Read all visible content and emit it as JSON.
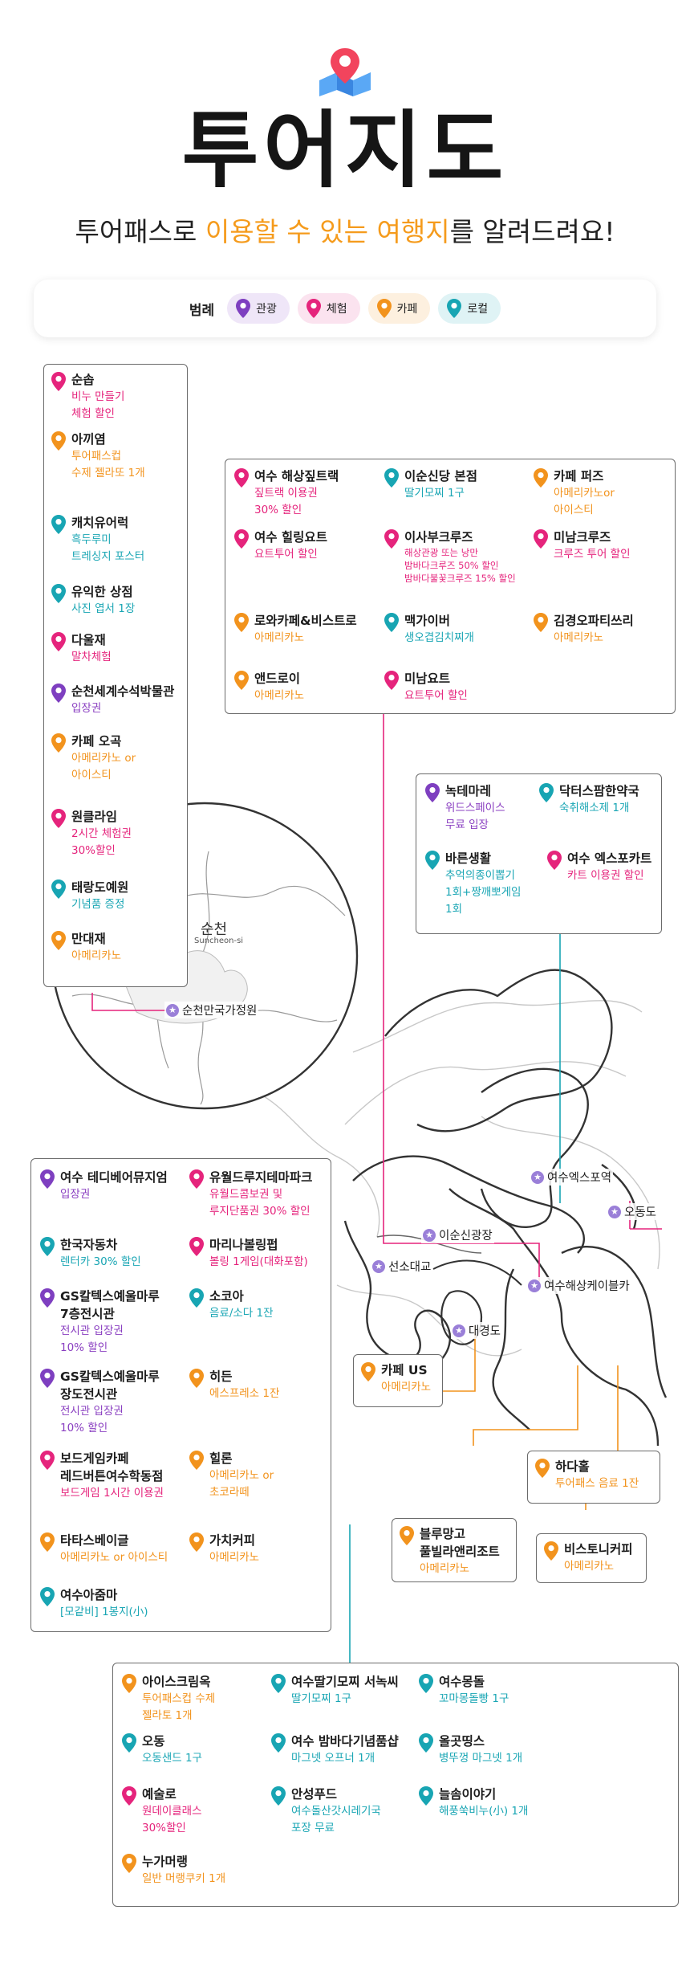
{
  "header": {
    "title": "투어지도",
    "subtitle_pre": "투어패스로 ",
    "subtitle_hl": "이용할 수 있는 여행지",
    "subtitle_post": "를 알려드려요!"
  },
  "legend": {
    "title": "범례",
    "items": [
      {
        "label": "관광",
        "type": "tour"
      },
      {
        "label": "체험",
        "type": "exp"
      },
      {
        "label": "카페",
        "type": "cafe"
      },
      {
        "label": "로컬",
        "type": "local"
      }
    ]
  },
  "colors": {
    "tour": "#7e3fc0",
    "exp": "#e5247c",
    "cafe": "#f2931d",
    "local": "#18a5b3"
  },
  "map": {
    "suncheon_city": "순천",
    "suncheon_city_en": "Suncheon-si",
    "places": [
      "순천만국가정원",
      "여수엑스포역",
      "오동도",
      "이순신광장",
      "선소대교",
      "여수해상케이블카",
      "대경도"
    ]
  },
  "suncheon_box": [
    {
      "name": "순솝",
      "desc": "비누 만들기\n체험 할인",
      "type": "exp"
    },
    {
      "name": "아끼염",
      "desc": "투어패스컵\n수제 젤라또 1개",
      "type": "cafe"
    },
    {
      "name": "캐치유어럭",
      "desc": "흑두루미\n트레싱지 포스터",
      "type": "local"
    },
    {
      "name": "유익한 상점",
      "desc": "사진 엽서 1장",
      "type": "local"
    },
    {
      "name": "다울재",
      "desc": "말차체험",
      "type": "exp"
    },
    {
      "name": "순천세계수석박물관",
      "desc": "입장권",
      "type": "tour"
    },
    {
      "name": "카페 오곡",
      "desc": "아메리카노 or\n아이스티",
      "type": "cafe"
    },
    {
      "name": "원클라임",
      "desc": "2시간 체험권\n30%할인",
      "type": "exp"
    },
    {
      "name": "태랑도예원",
      "desc": "기념품 증정",
      "type": "local"
    },
    {
      "name": "만대재",
      "desc": "아메리카노",
      "type": "cafe"
    }
  ],
  "top_box": [
    {
      "name": "여수 해상짚트랙",
      "desc": "짚트랙 이용권\n30% 할인",
      "type": "exp"
    },
    {
      "name": "이순신당 본점",
      "desc": "딸기모찌 1구",
      "type": "local"
    },
    {
      "name": "카페 퍼즈",
      "desc": "아메리카노or\n아이스티",
      "type": "cafe"
    },
    {
      "name": "여수 힐링요트",
      "desc": "요트투어 할인",
      "type": "exp"
    },
    {
      "name": "이사부크루즈",
      "desc": "해상관광 또는 낭만\n밤바다크루즈 50% 할인\n밤바다불꽃크루즈 15% 할인",
      "type": "exp",
      "small": true
    },
    {
      "name": "미남크루즈",
      "desc": "크루즈 투어 할인",
      "type": "exp"
    },
    {
      "name": "로와카페&비스트로",
      "desc": "아메리카노",
      "type": "cafe"
    },
    {
      "name": "맥가이버",
      "desc": "생오겹김치찌개",
      "type": "local"
    },
    {
      "name": "김경오파티쓰리",
      "desc": "아메리카노",
      "type": "cafe"
    },
    {
      "name": "앤드로이",
      "desc": "아메리카노",
      "type": "cafe"
    },
    {
      "name": "미남요트",
      "desc": "요트투어 할인",
      "type": "exp"
    }
  ],
  "mid_right_box": [
    {
      "name": "녹테마레",
      "desc": "위드스페이스\n무료 입장",
      "type": "tour"
    },
    {
      "name": "닥터스팜한약국",
      "desc": "숙취해소제 1개",
      "type": "local"
    },
    {
      "name": "바른생활",
      "desc": "추억의종이뽑기\n1회+짱깨뽀게임\n1회",
      "type": "local"
    },
    {
      "name": "여수 엑스포카트",
      "desc": "카트 이용권 할인",
      "type": "exp"
    }
  ],
  "left_box": [
    {
      "name": "여수 테디베어뮤지엄",
      "desc": "입장권",
      "type": "tour"
    },
    {
      "name": "유월드루지테마파크",
      "desc": "유월드콤보권 및\n루지단품권 30% 할인",
      "type": "exp"
    },
    {
      "name": "한국자동차",
      "desc": "렌터카 30% 할인",
      "type": "local"
    },
    {
      "name": "마리나볼링펍",
      "desc": "볼링 1게임(대화포함)",
      "type": "exp"
    },
    {
      "name": "GS칼텍스예울마루\n7층전시관",
      "desc": "전시관 입장권\n10% 할인",
      "type": "tour"
    },
    {
      "name": "소코아",
      "desc": "음료/소다 1잔",
      "type": "local"
    },
    {
      "name": "GS칼텍스예울마루\n장도전시관",
      "desc": "전시관 입장권\n10% 할인",
      "type": "tour"
    },
    {
      "name": "히든",
      "desc": "에스프레소 1잔",
      "type": "cafe"
    },
    {
      "name": "보드게임카페\n레드버튼여수학동점",
      "desc": "보드게임 1시간 이용권",
      "type": "exp"
    },
    {
      "name": "힐론",
      "desc": "아메리카노 or\n초코라떼",
      "type": "cafe"
    },
    {
      "name": "타타스베이글",
      "desc": "아메리카노 or 아이스티",
      "type": "cafe"
    },
    {
      "name": "가치커피",
      "desc": "아메리카노",
      "type": "cafe"
    },
    {
      "name": "여수아줌마",
      "desc": "[모같비] 1봉지(小)",
      "type": "local"
    }
  ],
  "map_cards": [
    {
      "name": "카페 US",
      "desc": "아메리카노",
      "type": "cafe"
    },
    {
      "name": "하다홀",
      "desc": "투어패스 음료 1잔",
      "type": "cafe"
    },
    {
      "name": "블루망고\n풀빌라앤리조트",
      "desc": "아메리카노",
      "type": "cafe"
    },
    {
      "name": "비스토니커피",
      "desc": "아메리카노",
      "type": "cafe"
    }
  ],
  "bottom_box": [
    {
      "name": "아이스크림옥",
      "desc": "투어패스컵 수제\n젤라토 1개",
      "type": "cafe"
    },
    {
      "name": "여수딸기모찌 서녹씨",
      "desc": "딸기모찌 1구",
      "type": "local"
    },
    {
      "name": "여수몽돌",
      "desc": "꼬마몽돌빵 1구",
      "type": "local"
    },
    {
      "name": "오동",
      "desc": "오동샌드 1구",
      "type": "local"
    },
    {
      "name": "여수 밤바다기념품샵",
      "desc": "마그넷 오프너 1개",
      "type": "local"
    },
    {
      "name": "올곳띵스",
      "desc": "병뚜껑 마그넷 1개",
      "type": "local"
    },
    {
      "name": "예술로",
      "desc": "원데이클래스\n30%할인",
      "type": "exp"
    },
    {
      "name": "안성푸드",
      "desc": "여수돌산갓시레기국\n포장 무료",
      "type": "local"
    },
    {
      "name": "늘솜이야기",
      "desc": "해풍쑥비누(小) 1개",
      "type": "local"
    },
    {
      "name": "누가머랭",
      "desc": "일반 머랭쿠키 1개",
      "type": "cafe"
    }
  ]
}
